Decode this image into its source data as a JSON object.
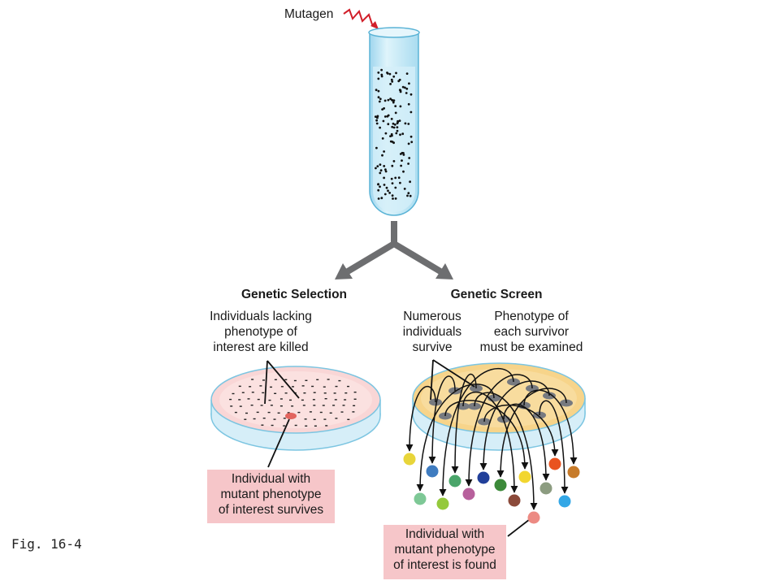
{
  "mutagen_label": "Mutagen",
  "selection": {
    "title": "Genetic Selection",
    "description": [
      "Individuals lacking",
      "phenotype of",
      "interest are killed"
    ],
    "result": [
      "Individual with",
      "mutant phenotype",
      "of interest survives"
    ]
  },
  "screen": {
    "title": "Genetic Screen",
    "left_note": [
      "Numerous",
      "individuals",
      "survive"
    ],
    "right_note": [
      "Phenotype of",
      "each survivor",
      "must be examined"
    ],
    "result": [
      "Individual with",
      "mutant phenotype",
      "of interest is found"
    ]
  },
  "figure_label": "Fig. 16-4",
  "colors": {
    "mutagen_arrow": "#d11f2a",
    "tube": "#bfe6f5",
    "branch_arrow": "#6d6e70",
    "selection_medium": "#f9d6d6",
    "screen_medium": "#f7d48a",
    "label_box": "#f6c6c9",
    "survivor_colonies": [
      "#e8d53a",
      "#3f7cc0",
      "#4aa56a",
      "#7ec896",
      "#94c93c",
      "#b7609c",
      "#21409a",
      "#3c8a3a",
      "#f2d630",
      "#8b4a3a",
      "#e9531f",
      "#8c9c80",
      "#c77b2a",
      "#33a7e6",
      "#ec8a83"
    ]
  }
}
